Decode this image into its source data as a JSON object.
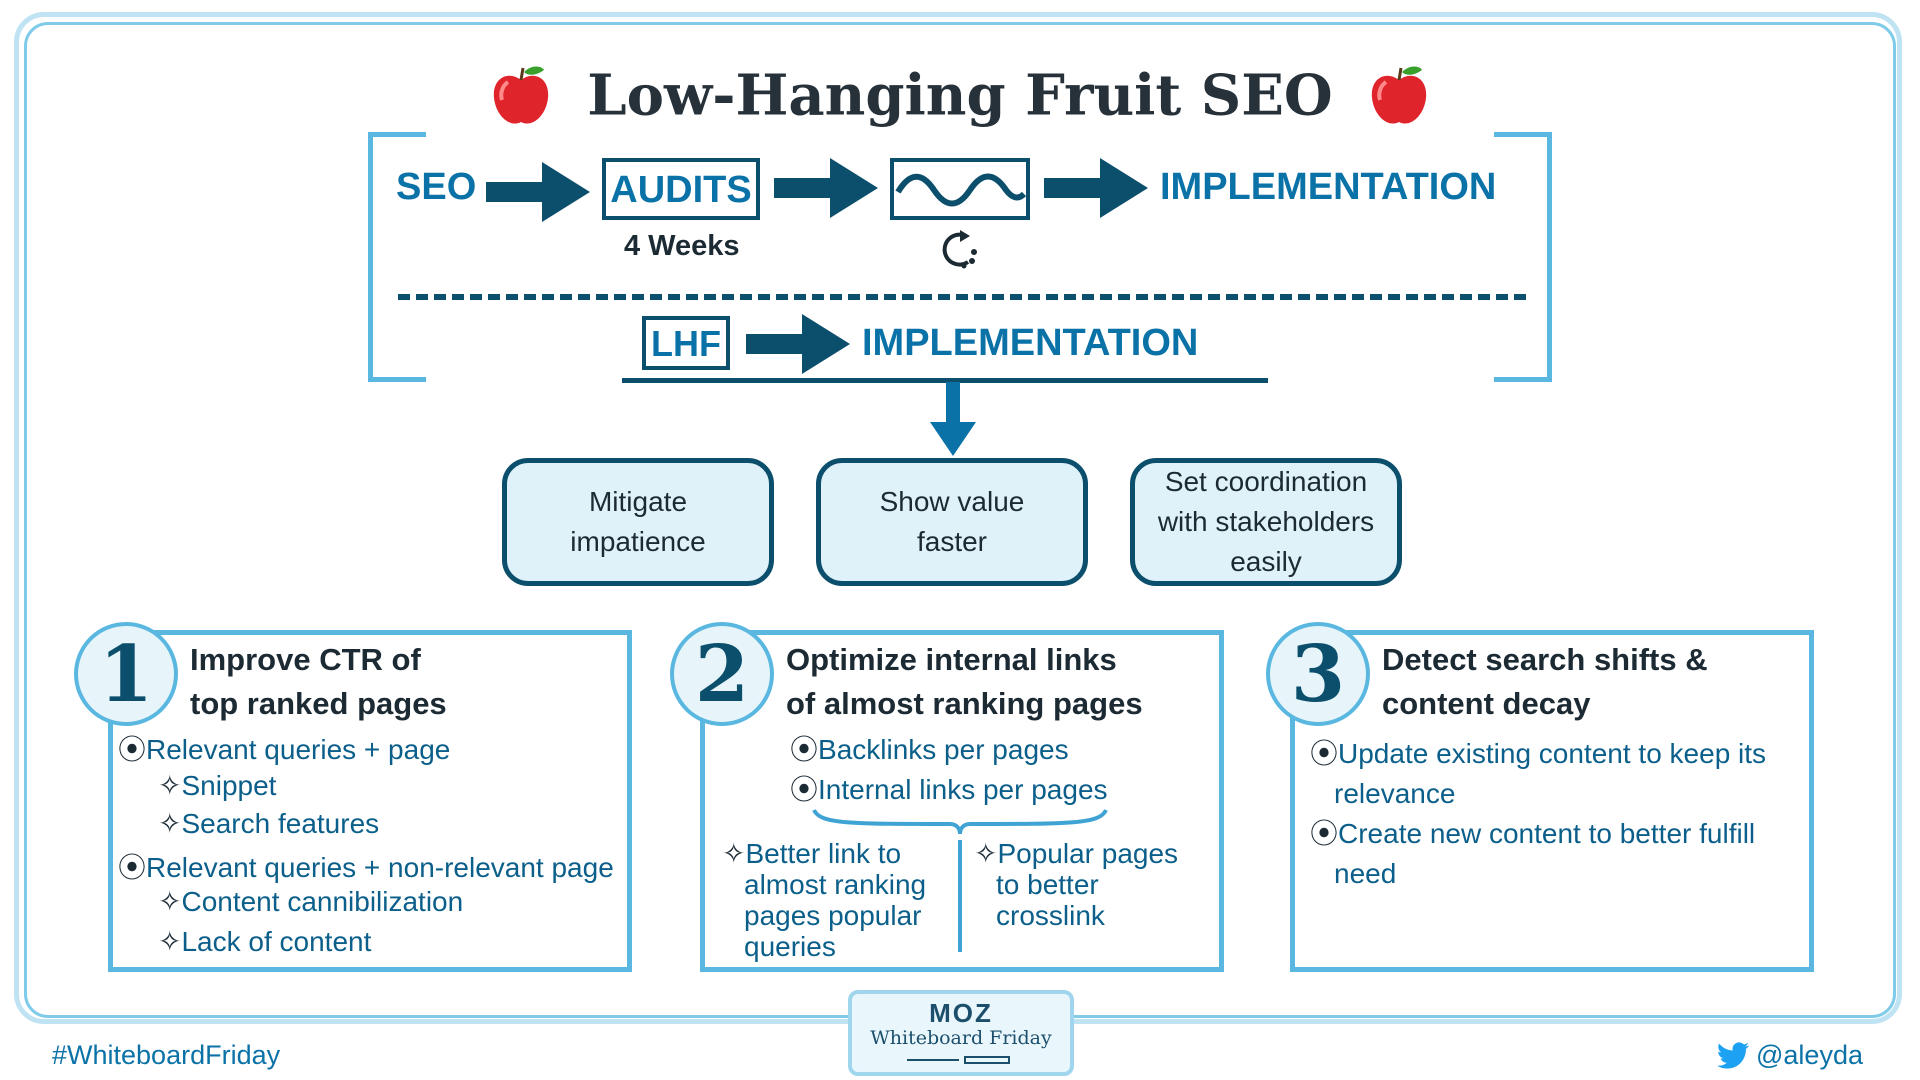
{
  "title": "Low-Hanging Fruit SEO",
  "top_flow": {
    "start": "SEO",
    "audits": "AUDITS",
    "audits_duration": "4 Weeks",
    "end": "IMPLEMENTATION"
  },
  "bottom_flow": {
    "start": "LHF",
    "end": "IMPLEMENTATION"
  },
  "benefits": [
    {
      "line1": "Mitigate",
      "line2": "impatience",
      "line3": ""
    },
    {
      "line1": "Show value",
      "line2": "faster",
      "line3": ""
    },
    {
      "line1": "Set coordination",
      "line2": "with stakeholders",
      "line3": "easily"
    }
  ],
  "panels": [
    {
      "number": "1",
      "title_line1": "Improve CTR of",
      "title_line2": "top ranked pages",
      "items": [
        "Relevant queries + page",
        "Snippet",
        "Search features",
        "Relevant queries + non-relevant page",
        "Content cannibilization",
        "Lack of content"
      ]
    },
    {
      "number": "2",
      "title_line1": "Optimize internal links",
      "title_line2": "of almost ranking pages",
      "items": [
        "Backlinks per pages",
        "Internal links per pages"
      ],
      "left_col": [
        "Better link to",
        "almost ranking",
        "pages popular",
        "queries"
      ],
      "right_col": [
        "Popular pages",
        "to better",
        "crosslink"
      ]
    },
    {
      "number": "3",
      "title_line1": "Detect search shifts &",
      "title_line2": "content decay",
      "items": [
        "Update existing content to keep its",
        "relevance",
        "Create new content to better fulfill",
        "need"
      ]
    }
  ],
  "footer": {
    "hashtag": "#WhiteboardFriday",
    "handle": "@aleyda",
    "brand": "MOZ",
    "brand_sub": "Whiteboard Friday"
  },
  "colors": {
    "accent": "#0b72a8",
    "dark": "#0b4f6c",
    "light": "#5ab7e0",
    "apple": "#e0242b"
  },
  "icons": [
    "apple-icon",
    "arrow-right-icon",
    "wave-icon",
    "loading-icon",
    "arrow-down-icon",
    "twitter-icon"
  ]
}
